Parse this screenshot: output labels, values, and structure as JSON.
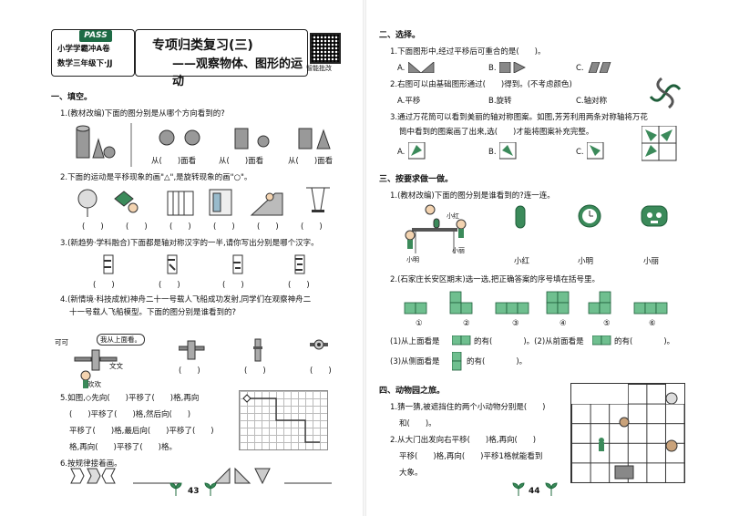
{
  "left": {
    "header": {
      "brand": "PASS",
      "series": "小学学霸冲A卷",
      "grade": "数学三年级下·JJ",
      "title_line1": "专项归类复习(三)",
      "title_line2": "——观察物体、图形的运动",
      "qr_label": "智能批改"
    },
    "section1": "一、填空。",
    "q1": "1.(教材改编)下面的图分别是从哪个方向看到的?",
    "q1_blanks": [
      "从(　　)面看",
      "从(　　)面看",
      "从(　　)面看"
    ],
    "q2": "2.下面的运动是平移现象的画\"△\",是旋转现象的画\"○\"。",
    "q2_paren": "(　　)",
    "q3": "3.(新趋势·学科融合)下面都是轴对称汉字的一半,请你写出分别是哪个汉字。",
    "q3_paren": "(　　)",
    "q4_line1": "4.(新情境·科技成就)神舟二十一号载人飞船成功发射,同学们在观察神舟二",
    "q4_line2": "十一号载人飞船模型。下面的图分别是谁看到的?",
    "q4_names": [
      "可可",
      "文文",
      "欢欢"
    ],
    "q4_bubble": "我从上面看。",
    "q4_paren": "(　　)",
    "q5_line1": "5.如图,◇先向(　　)平移了(　　)格,再向",
    "q5_line2": "(　　)平移了(　　)格,然后向(　　)",
    "q5_line3": "平移了(　　)格,最后向(　　)平移了(　　)",
    "q5_line4": "格,再向(　　)平移了(　　)格。",
    "q6": "6.按规律接着画。",
    "page_no": "43"
  },
  "right": {
    "section2": "二、选择。",
    "c1": "1.下面图形中,经过平移后可重合的是(　　)。",
    "c1_opts": [
      "A.",
      "B.",
      "C."
    ],
    "c2": "2.右图可以由基础图形通过(　　)得到。(不考虑颜色)",
    "c2_opts": [
      "A.平移",
      "B.旋转",
      "C.轴对称"
    ],
    "c3_line1": "3.通过万花筒可以看到美丽的轴对称图案。如图,芳芳利用两条对称轴将万花",
    "c3_line2": "筒中看到的图案画了出来,选(　　)才能将图案补充完整。",
    "c3_opts": [
      "A.",
      "B.",
      "C."
    ],
    "section3": "三、按要求做一做。",
    "d1": "1.(教材改编)下面的图分别是谁看到的?连一连。",
    "d1_names": [
      "小红",
      "小明",
      "小丽"
    ],
    "d1_labels": [
      "小红",
      "小明",
      "小丽"
    ],
    "d2": "2.(石家庄长安区期末)选一选,把正确答案的序号填在括号里。",
    "d2_nums": [
      "①",
      "②",
      "③",
      "④",
      "⑤",
      "⑥"
    ],
    "d2_l1a": "(1)从上面看是",
    "d2_l1b": "的有(　　　　)。(2)从前面看是",
    "d2_l1c": "的有(　　　　)。",
    "d2_l2a": "(3)从侧面看是",
    "d2_l2b": "的有(　　　　)。",
    "section4": "四、动物园之旅。",
    "e1_line1": "1.猜一猜,被遮挡住的两个小动物分别是(　　)",
    "e1_line2": "和(　　)。",
    "e2_line1": "2.从大门出发向右平移(　　)格,再向(　　)",
    "e2_line2": "平移(　　)格,再向(　　)平移1格就能看到",
    "e2_line3": "大象。",
    "page_no": "44"
  }
}
